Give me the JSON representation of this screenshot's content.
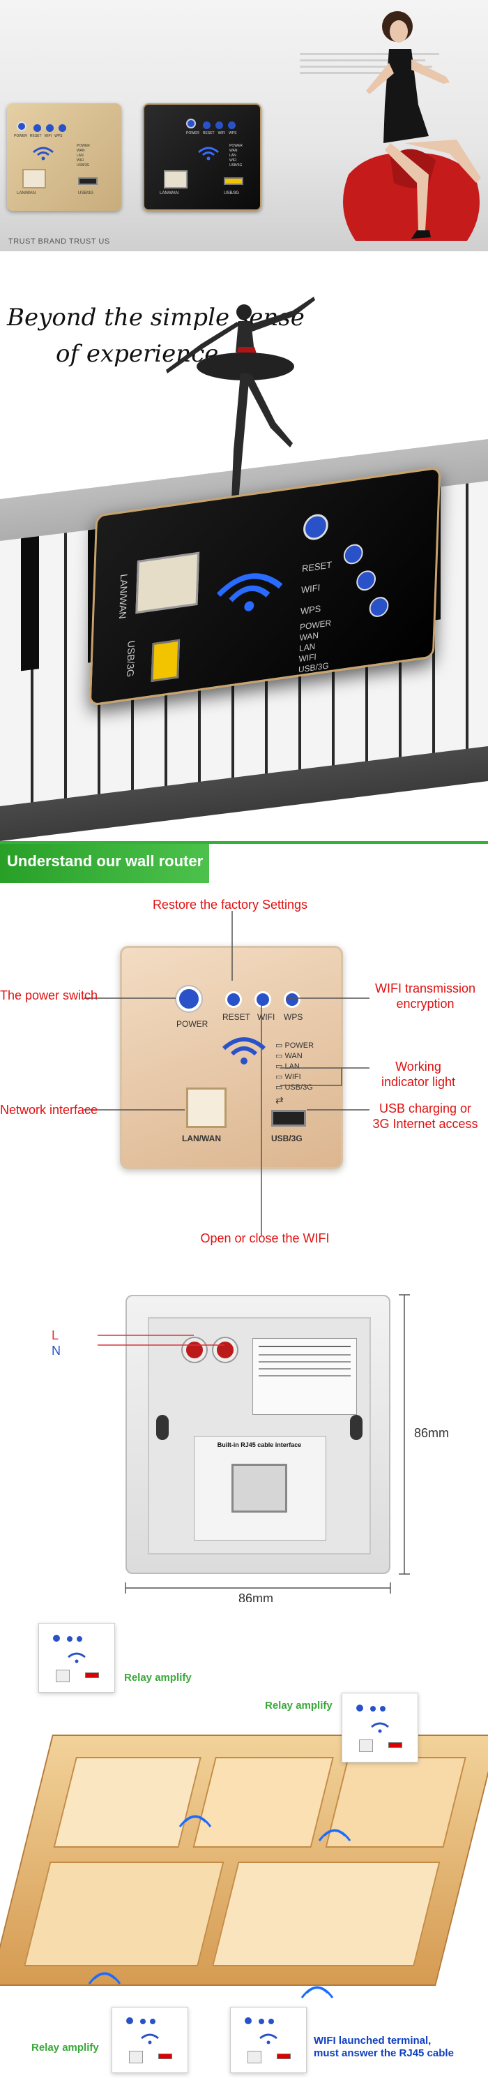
{
  "hero": {
    "footer_text": "TRUST BRAND TRUST US",
    "panel_left": {
      "buttons": [
        "POWER",
        "RESET",
        "WIFI",
        "WPS"
      ],
      "indicators": [
        "POWER",
        "WAN",
        "LAN",
        "WIFI",
        "USB/3G"
      ],
      "port_left": "LAN/WAN",
      "port_right": "USB/3G"
    },
    "panel_right": {
      "buttons": [
        "POWER",
        "RESET",
        "WIFI",
        "WPS"
      ],
      "indicators": [
        "POWER",
        "WAN",
        "LAN",
        "WIFI",
        "USB/3G"
      ],
      "port_left": "LAN/WAN",
      "port_right": "USB/3G"
    }
  },
  "dance": {
    "line1": "Beyond the simple sense",
    "line2": "of experience",
    "panel": {
      "buttons": [
        "RESET",
        "WIFI",
        "WPS"
      ],
      "indicators": [
        "POWER",
        "WAN",
        "LAN",
        "WIFI",
        "USB/3G"
      ],
      "port_left": "LAN/WAN",
      "port_right": "USB/3G"
    }
  },
  "banner": {
    "title": "Understand our wall router"
  },
  "diagram": {
    "callout_factory": "Restore the factory Settings",
    "callout_power": "The power switch",
    "callout_wifi_enc_1": "WIFI transmission",
    "callout_wifi_enc_2": "encryption",
    "callout_indicator_1": "Working",
    "callout_indicator_2": "indicator light",
    "callout_network": "Network interface",
    "callout_usb_1": "USB charging or",
    "callout_usb_2": "3G Internet access",
    "callout_wifi_toggle": "Open or close the WIFI",
    "panel": {
      "power": "POWER",
      "reset": "RESET",
      "wifi": "WIFI",
      "wps": "WPS",
      "indicators": [
        "POWER",
        "WAN",
        "LAN",
        "WIFI",
        "USB/3G"
      ],
      "port_left": "LAN/WAN",
      "port_right": "USB/3G"
    }
  },
  "back": {
    "label_l": "L",
    "label_n": "N",
    "dim_h": "86mm",
    "dim_w": "86mm",
    "rj45_label": "Built-in RJ45 cable interface"
  },
  "house": {
    "relay_1": "Relay amplify",
    "relay_2": "Relay amplify",
    "relay_3": "Relay amplify",
    "wifi_terminal_1": "WIFI launched terminal,",
    "wifi_terminal_2": "must answer the RJ45 cable"
  },
  "colors": {
    "accent_red": "#e01010",
    "accent_blue": "#1040c0",
    "banner_green": "#36b036",
    "relay_green": "#3aa83a",
    "gold_panel": "#e8c9a8"
  }
}
